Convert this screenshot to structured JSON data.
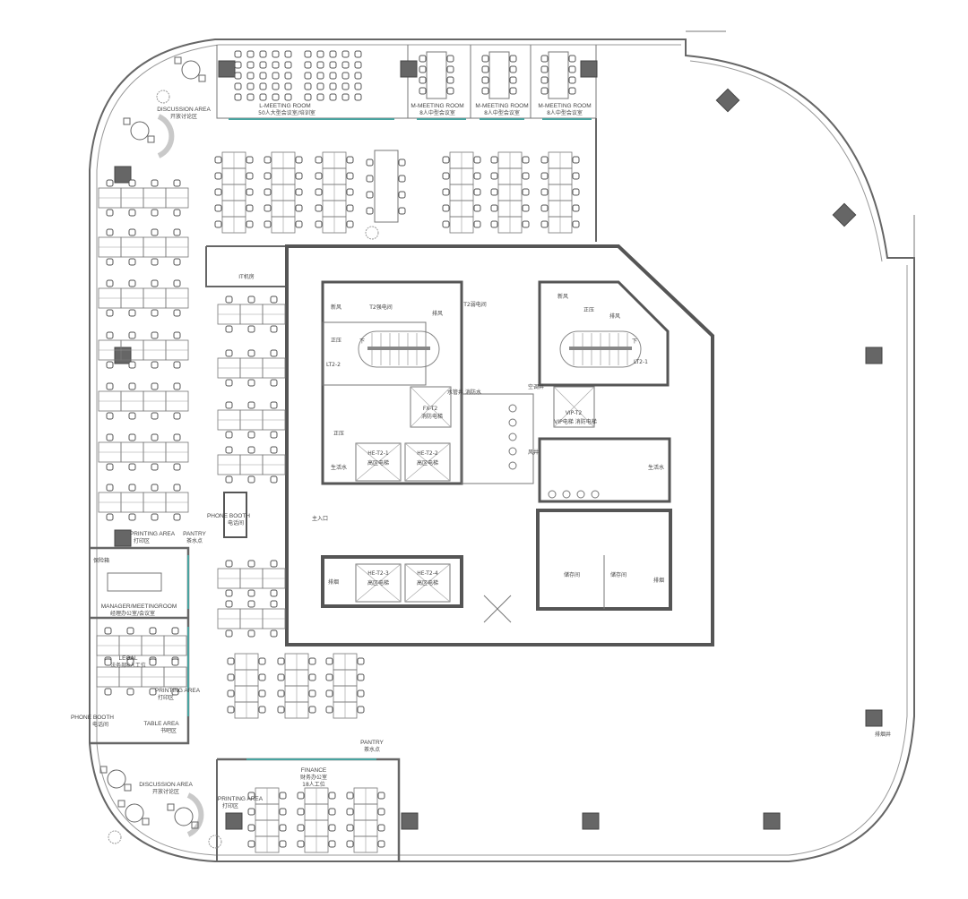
{
  "title": "Office floor plan",
  "colors": {
    "wall": "#555555",
    "column": "#666666",
    "glass": "#4aa3a0",
    "background": "#ffffff"
  },
  "rooms": {
    "l_meeting": {
      "en": "L-MEETING ROOM",
      "cn": "50人大型会议室/培训室"
    },
    "m_meeting_1": {
      "en": "M-MEETING ROOM",
      "cn": "8人中型会议室"
    },
    "m_meeting_2": {
      "en": "M-MEETING ROOM",
      "cn": "8人中型会议室"
    },
    "m_meeting_3": {
      "en": "M-MEETING ROOM",
      "cn": "8人中型会议室"
    },
    "discussion_top": {
      "en": "DISCUSSION AREA",
      "cn": "开放讨论区"
    },
    "discussion_bottom": {
      "en": "DISCUSSION AREA",
      "cn": "开放讨论区"
    },
    "it_room": {
      "cn": "IT机房"
    },
    "phone_booth_center": {
      "en": "PHONE BOOTH",
      "cn": "电话间"
    },
    "main_entrance": {
      "cn": "主入口"
    },
    "printing_top": {
      "en": "PRINTING AREA",
      "cn": "打印区"
    },
    "pantry_top": {
      "en": "PANTRY",
      "cn": "茶水点"
    },
    "safe_room": {
      "cn": "保险箱"
    },
    "manager": {
      "en": "MANAGER/MEETINGROOM",
      "cn": "经理办公室/会议室"
    },
    "legal": {
      "en": "LEGAL",
      "cn": "法务部8人工位"
    },
    "printing_mid": {
      "en": "PRINTING AREA",
      "cn": "打印区"
    },
    "phone_booth_left": {
      "en": "PHONE BOOTH",
      "cn": "电话间"
    },
    "table_area": {
      "en": "TABLE AREA",
      "cn": "书吧区"
    },
    "pantry_bottom": {
      "en": "PANTRY",
      "cn": "茶水点"
    },
    "finance": {
      "en": "FINANCE",
      "cn": "财务办公室",
      "seats": "18人工位"
    },
    "printing_bottom": {
      "en": "PRINTING AREA",
      "cn": "打印区"
    },
    "storage_1": {
      "cn": "储存间"
    },
    "storage_2": {
      "cn": "储存间"
    },
    "exhaust_right": {
      "cn": "排烟"
    },
    "exhaust_left": {
      "cn": "排烟"
    },
    "exhaust_shaft_br": {
      "cn": "排烟井"
    }
  },
  "core": {
    "fresh_air_1": "新风",
    "t2_strong_elec": "T2强电间",
    "exhaust_1": "排风",
    "t2_weak_elec": "T2弱电间",
    "fresh_air_2": "新风",
    "pressurize_1": "正压",
    "exhaust_2": "排风",
    "pressurize_2": "正压",
    "stair_left": "LT2-2",
    "stair_right": "LT2-1",
    "down_1": "下",
    "down_2": "下",
    "water_well": "水管井 消防水",
    "ac": "空调井",
    "fire_elevator": {
      "code": "FX-T2",
      "cn": "消防电梯"
    },
    "vip_elevator": {
      "code": "VIP-T2",
      "cn": "VIP电梯 消防电梯"
    },
    "pressurize_3": "正压",
    "domestic_water_1": "生活水",
    "domestic_water_2": "生活水",
    "wind_shaft": "风井",
    "elevator_1": {
      "code": "HE-T2-1",
      "cn": "高区电梯"
    },
    "elevator_2": {
      "code": "HE-T2-2",
      "cn": "高区电梯"
    },
    "elevator_3": {
      "code": "HE-T2-3",
      "cn": "高区电梯"
    },
    "elevator_4": {
      "code": "HE-T2-4",
      "cn": "高区电梯"
    }
  }
}
